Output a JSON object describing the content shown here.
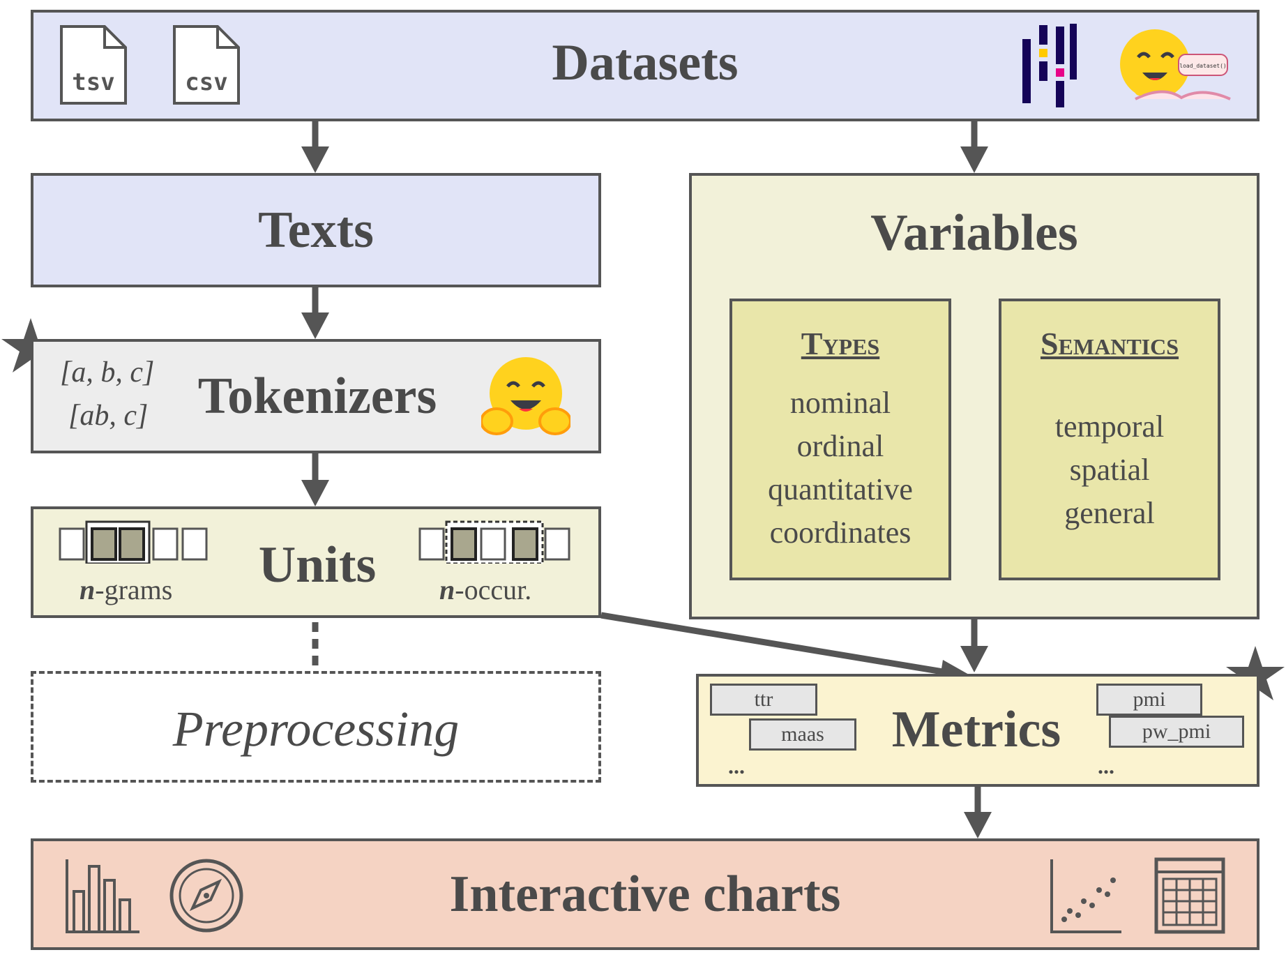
{
  "datasets": {
    "title": "Datasets",
    "file_tsv": "tsv",
    "file_csv": "csv",
    "hf_code": "load_dataset()"
  },
  "texts": {
    "title": "Texts"
  },
  "tokenizers": {
    "title": "Tokenizers",
    "example_1": "[a, b, c]",
    "example_2": "[ab, c]"
  },
  "units": {
    "title": "Units",
    "ngrams_label": "-grams",
    "noccur_label": "-occur.",
    "n_letter": "n"
  },
  "preprocessing": {
    "title": "Preprocessing"
  },
  "variables": {
    "title": "Variables",
    "types": {
      "heading": "Types",
      "items": [
        "nominal",
        "ordinal",
        "quantitative",
        "coordinates"
      ]
    },
    "semantics": {
      "heading": "Semantics",
      "items": [
        "temporal",
        "spatial",
        "general"
      ]
    }
  },
  "metrics": {
    "title": "Metrics",
    "chips_left": [
      "ttr",
      "maas"
    ],
    "chips_right": [
      "pmi",
      "pw_pmi"
    ],
    "ellipsis": "..."
  },
  "charts": {
    "title": "Interactive charts"
  },
  "colors": {
    "blue": "#e1e4f7",
    "yellow_light": "#f2f1d9",
    "yellow_box": "#e9e6aa",
    "gray": "#ededed",
    "cream": "#fbf3d0",
    "salmon": "#f5d3c3",
    "stroke": "#555555"
  }
}
